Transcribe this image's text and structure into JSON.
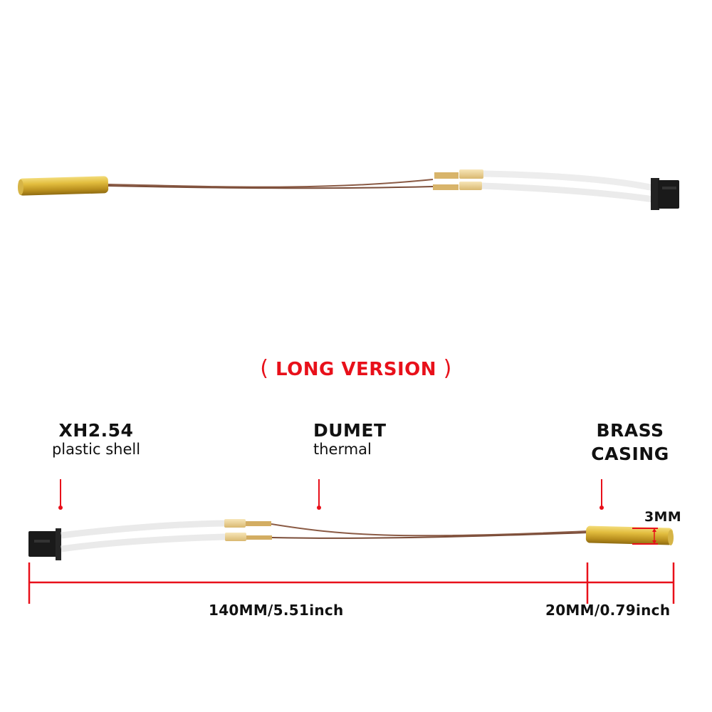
{
  "title": {
    "open_paren": "(",
    "text": "LONG VERSION",
    "close_paren": ")",
    "color": "#e8101a"
  },
  "labels": {
    "connector": {
      "title": "XH2.54",
      "subtitle": "plastic shell"
    },
    "dumet": {
      "title": "DUMET",
      "subtitle": "thermal"
    },
    "brass": {
      "title_line1": "BRASS",
      "title_line2": "CASING"
    }
  },
  "dimensions": {
    "diameter": "3MM",
    "cable_length": "140MM/5.51inch",
    "casing_length": "20MM/0.79inch"
  },
  "colors": {
    "annotation_red": "#e8101a",
    "brass": "#c9a227",
    "wire": "#8a5a44",
    "connector": "#1a1a1a"
  }
}
